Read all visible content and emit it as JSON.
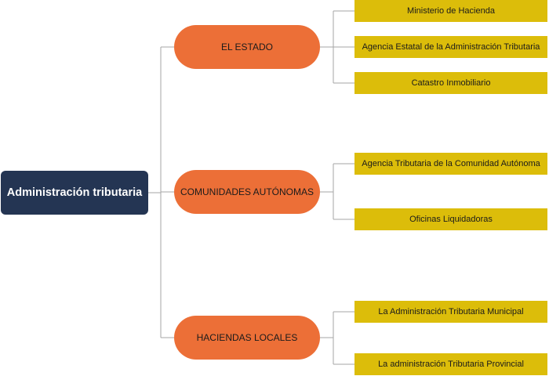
{
  "diagram": {
    "root": {
      "label": "Administración tributaria"
    },
    "branches": [
      {
        "label": "EL ESTADO",
        "leaves": [
          "Ministerio de Hacienda",
          "Agencia Estatal de la Administración Tributaria",
          "Catastro Inmobiliario"
        ]
      },
      {
        "label": "COMUNIDADES AUTÓNOMAS",
        "leaves": [
          "Agencia Tributaria de la Comunidad Autónoma",
          "Oficinas Liquidadoras"
        ]
      },
      {
        "label": "HACIENDAS LOCALES",
        "leaves": [
          "La Administración Tributaria Municipal",
          "La administración Tributaria Provincial"
        ]
      }
    ]
  },
  "colors": {
    "root": "#243553",
    "branch": "#ec6f37",
    "leaf": "#dcbd0a",
    "connector": "#a6a6a6"
  }
}
